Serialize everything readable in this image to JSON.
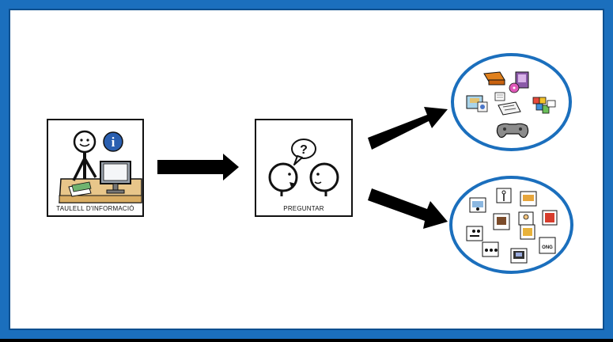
{
  "cards": {
    "info_desk": {
      "caption": "TAULELL D'INFORMACIÓ"
    },
    "ask": {
      "caption": "PREGUNTAR"
    }
  },
  "speech_bubble": {
    "symbol": "?"
  },
  "info_symbol": "i",
  "badge_text": "ONG",
  "colors": {
    "frame_border": "#1b6fbd",
    "ellipse_border": "#1b6fbd",
    "info_badge": "#2a5fb0"
  }
}
